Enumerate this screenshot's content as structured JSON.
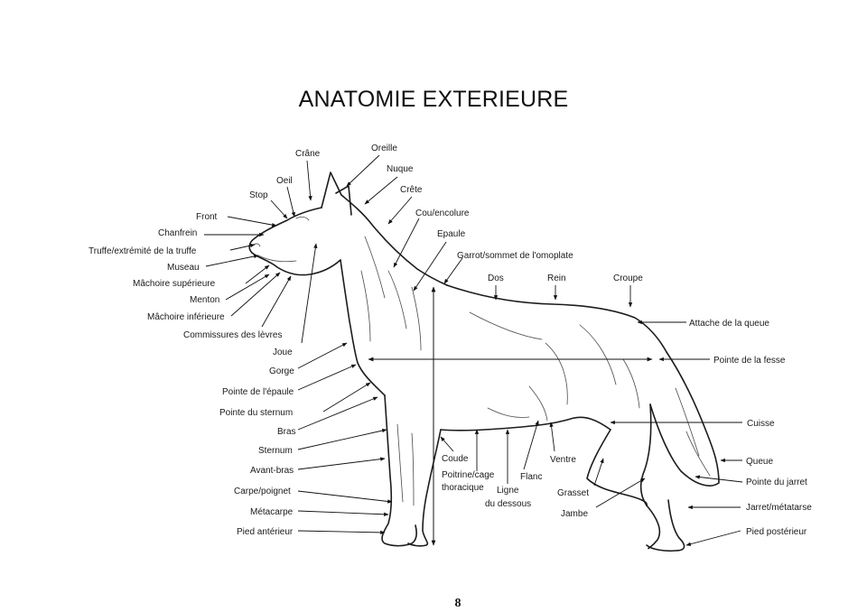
{
  "title": "ANATOMIE EXTERIEURE",
  "page_number": "8",
  "labels": {
    "crane": "Crâne",
    "oreille": "Oreille",
    "oeil": "Oeil",
    "nuque": "Nuque",
    "stop": "Stop",
    "crete": "Crête",
    "front": "Front",
    "cou_encolure": "Cou/encolure",
    "chanfrein": "Chanfrein",
    "epaule": "Epaule",
    "truffe": "Truffe/extrémité de la truffe",
    "museau": "Museau",
    "garrot": "Garrot/sommet de l'omoplate",
    "machoire_sup": "Mâchoire supérieure",
    "dos": "Dos",
    "rein": "Rein",
    "croupe": "Croupe",
    "menton": "Menton",
    "machoire_inf": "Mâchoire inférieure",
    "attache_queue": "Attache de la queue",
    "commissures": "Commissures des lèvres",
    "joue": "Joue",
    "pointe_fesse": "Pointe de la fesse",
    "gorge": "Gorge",
    "pointe_epaule": "Pointe de l'épaule",
    "pointe_sternum": "Pointe du sternum",
    "cuisse": "Cuisse",
    "bras": "Bras",
    "sternum": "Sternum",
    "coude": "Coude",
    "ventre": "Ventre",
    "queue": "Queue",
    "avant_bras": "Avant-bras",
    "poitrine_1": "Poitrine/cage",
    "poitrine_2": "thoracique",
    "flanc": "Flanc",
    "pointe_jarret": "Pointe du jarret",
    "ligne_1": "Ligne",
    "ligne_2": "du dessous",
    "carpe": "Carpe/poignet",
    "grasset": "Grasset",
    "jarret": "Jarret/métatarse",
    "metacarpe": "Métacarpe",
    "jambe": "Jambe",
    "pied_posterieur": "Pied postérieur",
    "pied_anterieur": "Pied antérieur"
  }
}
